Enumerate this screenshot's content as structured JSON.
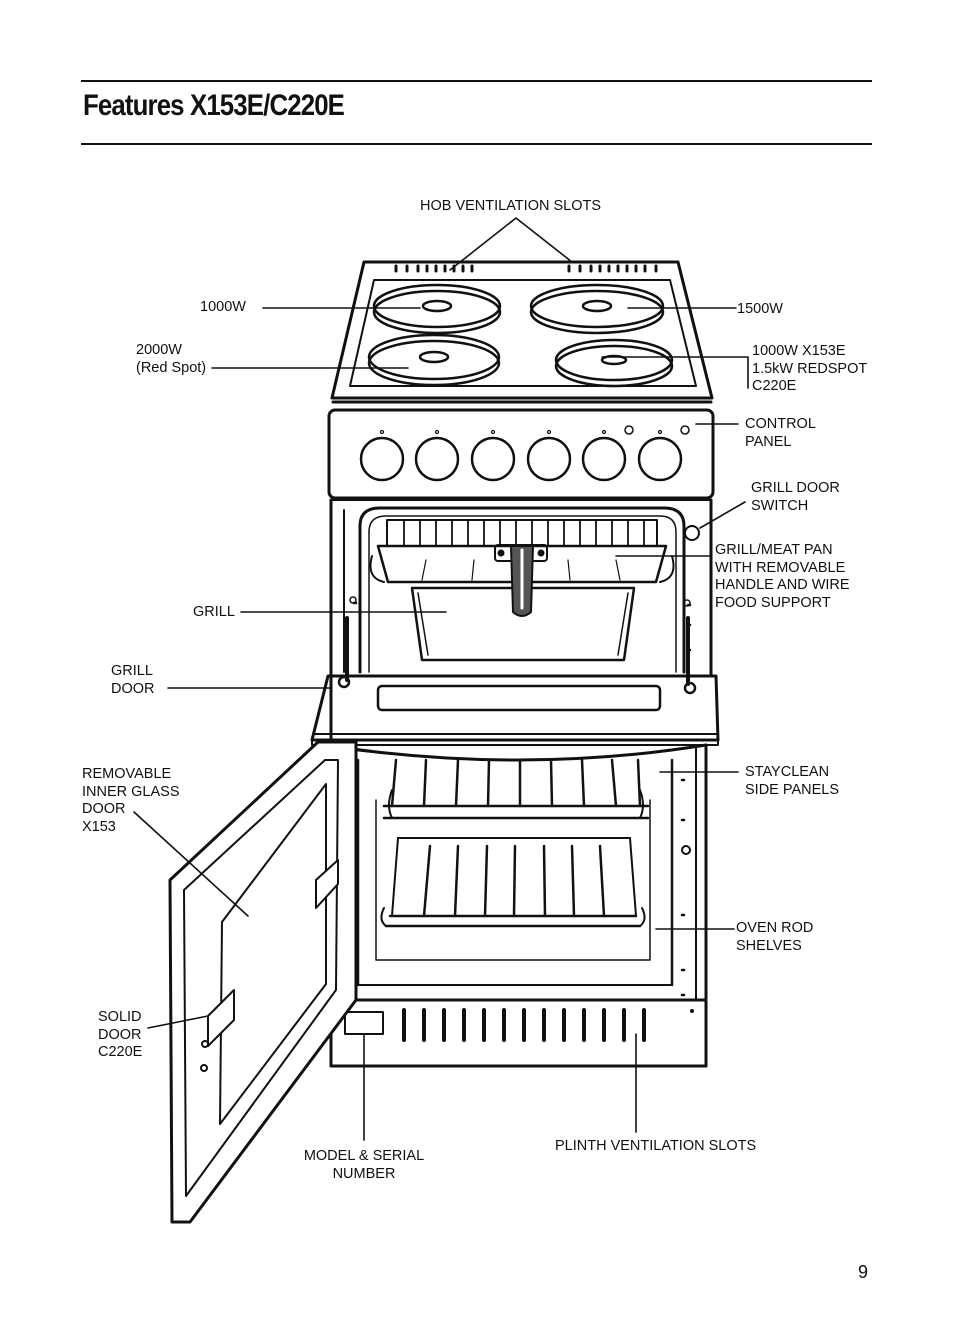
{
  "page": {
    "title": "Features X153E/C220E",
    "page_number": "9"
  },
  "labels": {
    "hob_ventilation_slots": [
      "HOB VENTILATION SLOTS"
    ],
    "hotplate_1000w": [
      "1000W"
    ],
    "hotplate_1500w": [
      "1500W"
    ],
    "hotplate_2000w": [
      "2000W",
      "(Red Spot)"
    ],
    "hotplate_small": [
      "1000W X153E",
      "1.5kW REDSPOT",
      "C220E"
    ],
    "control_panel": [
      "CONTROL",
      "PANEL"
    ],
    "grill_door_switch": [
      "GRILL DOOR",
      "SWITCH"
    ],
    "grill_meat_pan": [
      "GRILL/MEAT PAN",
      "WITH REMOVABLE",
      "HANDLE AND WIRE",
      "FOOD SUPPORT"
    ],
    "grill": [
      "GRILL"
    ],
    "grill_door": [
      "GRILL",
      "DOOR"
    ],
    "removable_inner_glass_door": [
      "REMOVABLE",
      "INNER GLASS",
      "DOOR",
      "X153"
    ],
    "stayclean_side_panels": [
      "STAYCLEAN",
      "SIDE PANELS"
    ],
    "oven_rod_shelves": [
      "OVEN ROD",
      "SHELVES"
    ],
    "solid_door": [
      "SOLID",
      "DOOR",
      "C220E"
    ],
    "model_serial_number": [
      "MODEL & SERIAL",
      "NUMBER"
    ],
    "plinth_ventilation_slots": [
      "PLINTH VENTILATION SLOTS"
    ]
  },
  "control_panel": {
    "knob_count": 6,
    "indicator_light_count": 2
  },
  "colors": {
    "ink": "#111111",
    "paper": "#ffffff",
    "pan_grey": "#555555"
  }
}
